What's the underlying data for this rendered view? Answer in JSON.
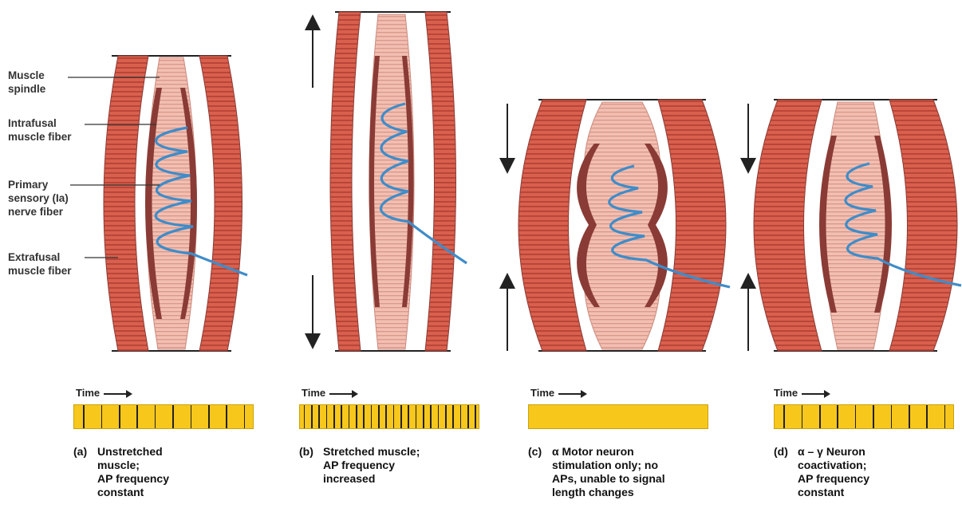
{
  "labels": {
    "muscle_spindle": "Muscle\nspindle",
    "intrafusal": "Intrafusal\nmuscle fiber",
    "primary_sensory": "Primary\nsensory (Ia)\nnerve fiber",
    "extrafusal": "Extrafusal\nmuscle fiber"
  },
  "time_label": "Time",
  "panels": [
    {
      "letter": "(a)",
      "caption": "Unstretched\nmuscle;\nAP frequency\nconstant",
      "spikes": 10
    },
    {
      "letter": "(b)",
      "caption": "Stretched muscle;\nAP frequency\nincreased",
      "spikes": 24
    },
    {
      "letter": "(c)",
      "caption": "α Motor neuron\nstimulation only; no\nAPs, unable to  signal\nlength changes",
      "spikes": 0
    },
    {
      "letter": "(d)",
      "caption": "α – γ Neuron\ncoactivation;\nAP frequency\nconstant",
      "spikes": 10
    }
  ],
  "colors": {
    "extrafusal": "#d9604d",
    "extrafusal_stripe": "#b8463a",
    "spindle": "#f6cfc4",
    "intrafusal_dark": "#8a3b35",
    "nerve": "#3f8cc9",
    "strip": "#f7c71b"
  }
}
